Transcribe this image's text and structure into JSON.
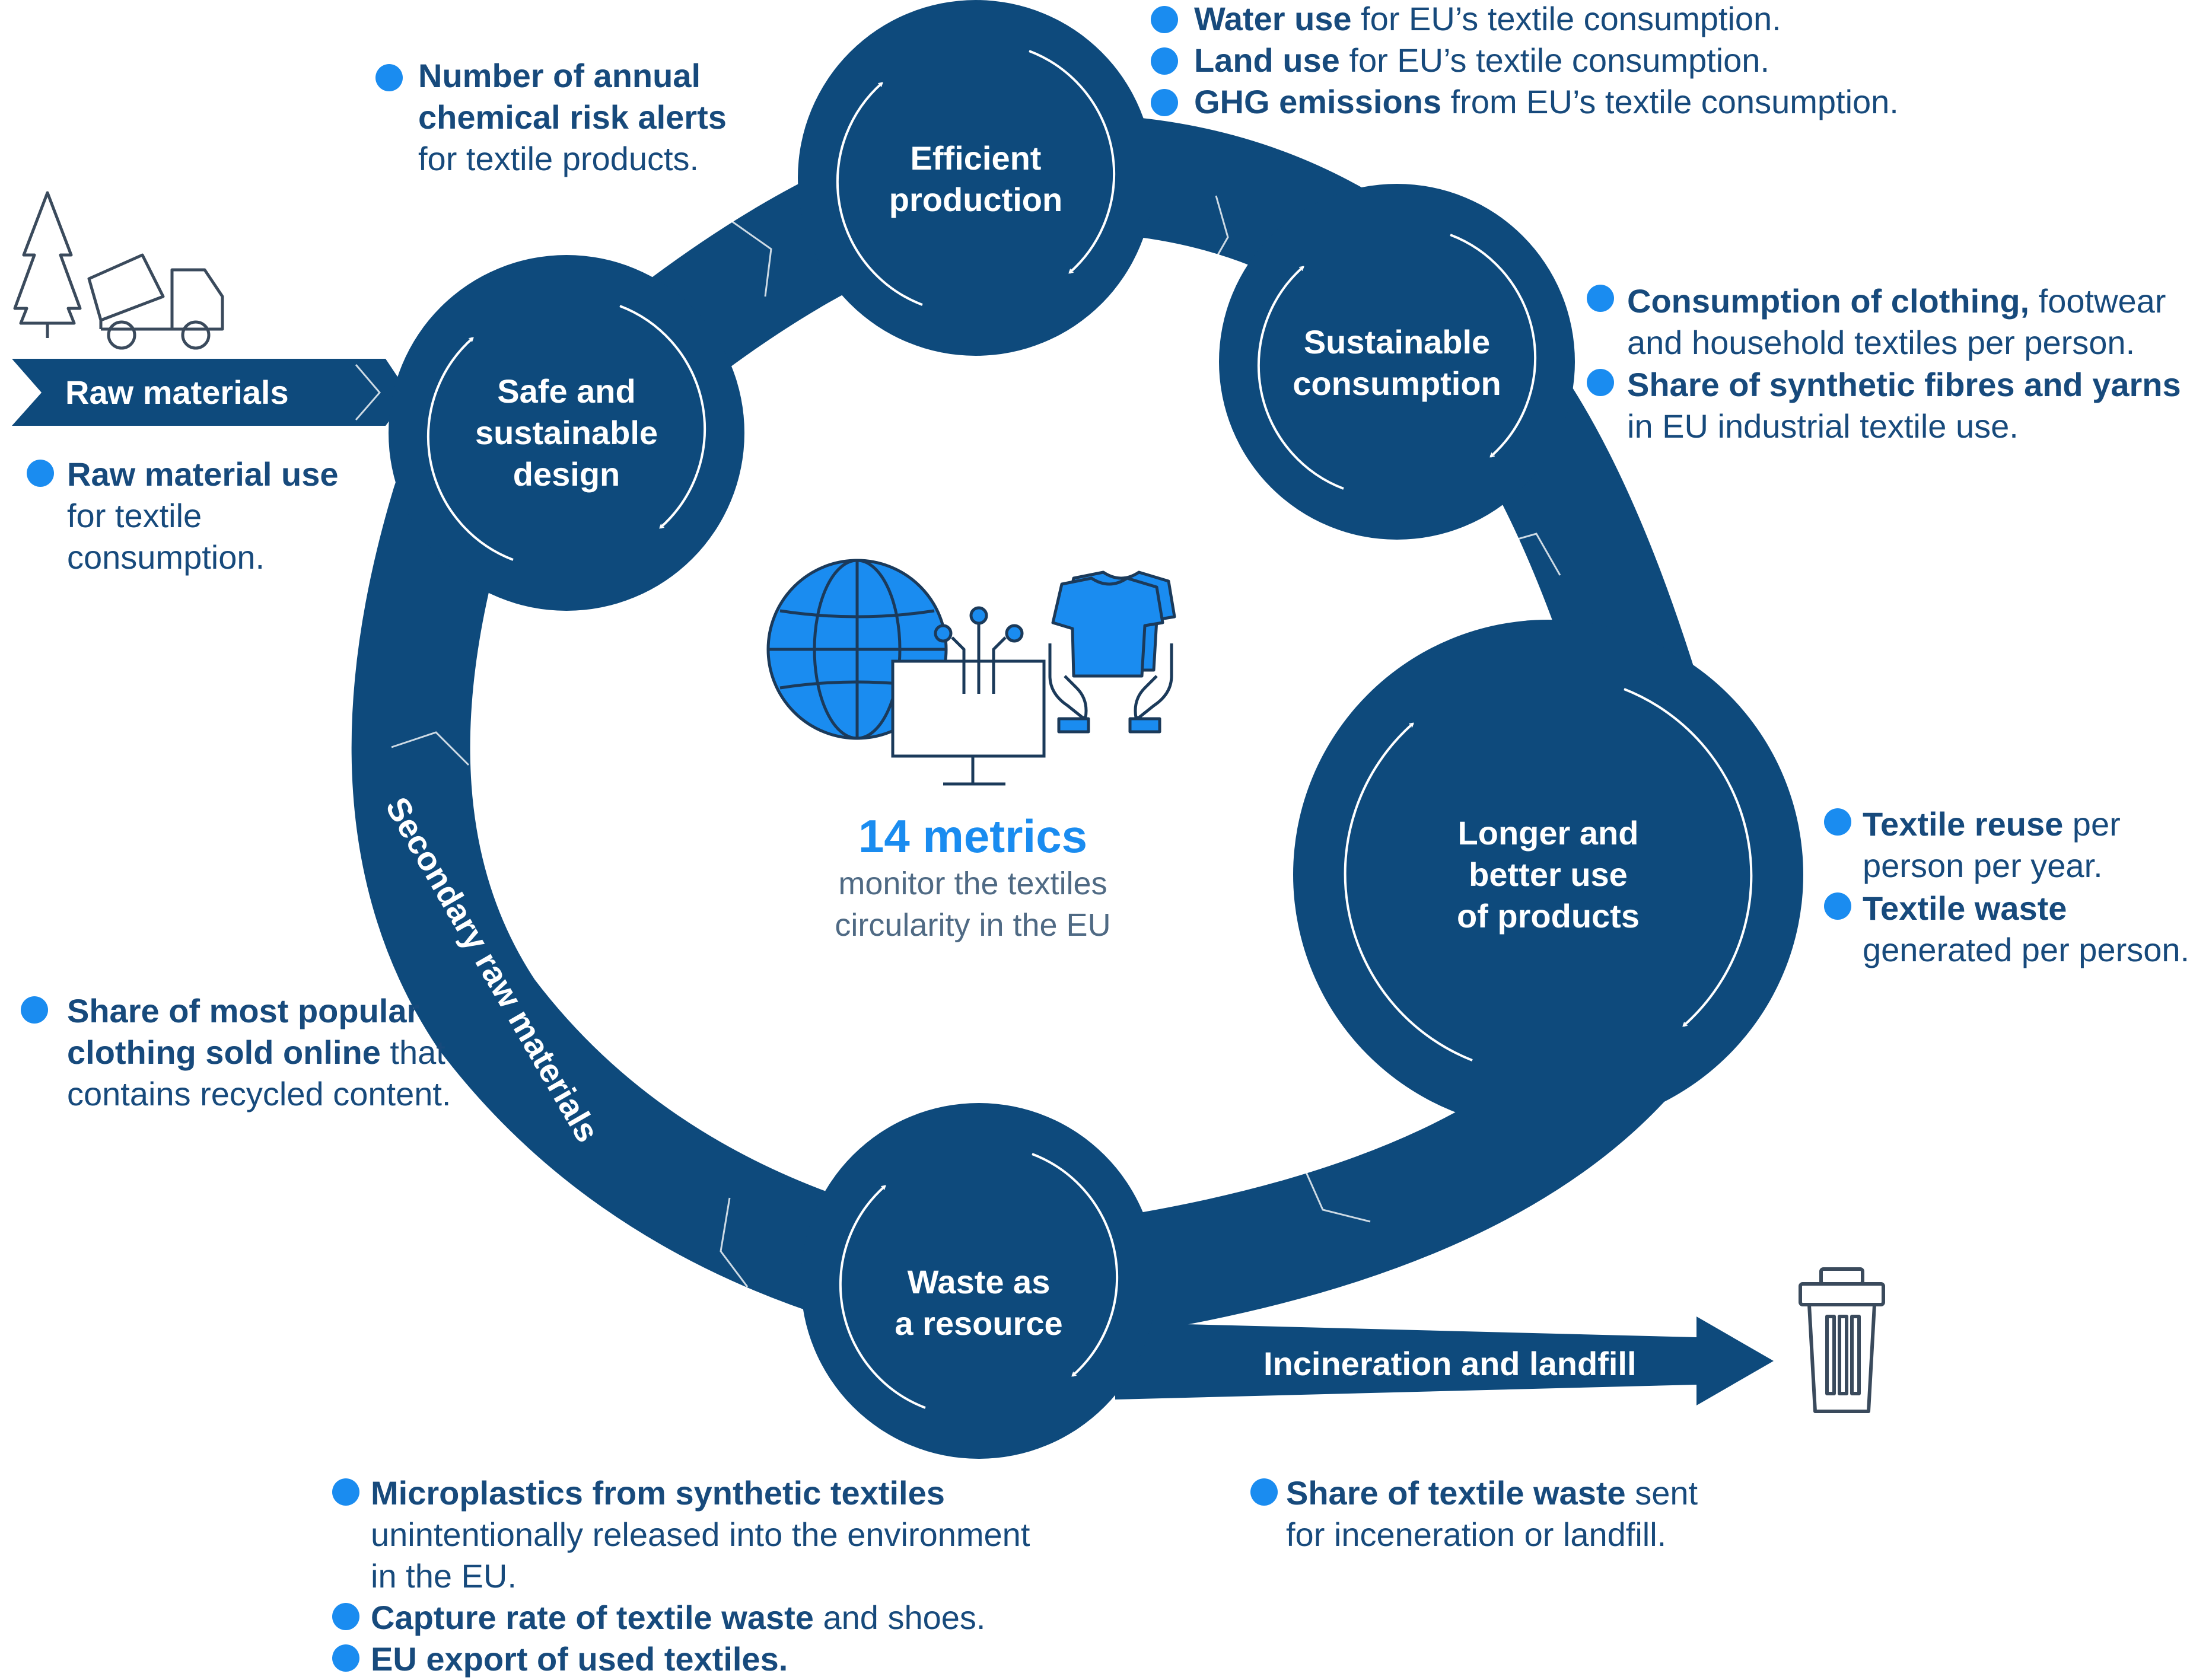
{
  "colors": {
    "navy": "#0e4a7c",
    "blue_accent": "#1a8cf0",
    "text": "#174a7c",
    "muted": "#4f6a84",
    "icon_outline": "#3a4a5c"
  },
  "center": {
    "title": "14 metrics",
    "subtitle_lines": [
      "monitor the textiles",
      "circularity in the EU"
    ]
  },
  "nodes": {
    "design": [
      "Safe and",
      "sustainable",
      "design"
    ],
    "production": [
      "Efficient",
      "production"
    ],
    "consumption": [
      "Sustainable",
      "consumption"
    ],
    "use": [
      "Longer and",
      "better use",
      "of products"
    ],
    "waste": [
      "Waste as",
      "a resource"
    ]
  },
  "bands": {
    "raw_materials": "Raw materials",
    "incineration": "Incineration and landfill",
    "secondary": "Secondary raw materials"
  },
  "metrics": {
    "chemical": [
      {
        "b": "Number of annual",
        "r": ""
      },
      {
        "b": "chemical risk alerts",
        "r": ""
      },
      {
        "b": "",
        "r": "for textile products."
      }
    ],
    "water": [
      {
        "b": "Water use",
        "r": " for EU’s textile consumption."
      }
    ],
    "land": [
      {
        "b": "Land use",
        "r": " for EU’s textile consumption."
      }
    ],
    "ghg": [
      {
        "b": "GHG emissions",
        "r": " from EU’s textile consumption."
      }
    ],
    "consumption_clothing": [
      {
        "b": "Consumption of clothing,",
        "r": " footwear"
      },
      {
        "b": "",
        "r": "and household textiles per person."
      }
    ],
    "synthetic": [
      {
        "b": "Share of synthetic fibres and yarns",
        "r": ""
      },
      {
        "b": "",
        "r": "in EU industrial textile use."
      }
    ],
    "raw_use": [
      {
        "b": "Raw material use",
        "r": ""
      },
      {
        "b": "",
        "r": "for textile"
      },
      {
        "b": "",
        "r": "consumption."
      }
    ],
    "reuse": [
      {
        "b": "Textile reuse",
        "r": " per"
      },
      {
        "b": "",
        "r": "person per year."
      }
    ],
    "waste_gen": [
      {
        "b": "Textile waste",
        "r": ""
      },
      {
        "b": "",
        "r": "generated per person."
      }
    ],
    "recycled": [
      {
        "b": "Share of most popular",
        "r": ""
      },
      {
        "b": "clothing sold online",
        "r": " that"
      },
      {
        "b": "",
        "r": "contains recycled content."
      }
    ],
    "microplastics": [
      {
        "b": "Microplastics from synthetic textiles",
        "r": ""
      },
      {
        "b": "",
        "r": "unintentionally released into the environment"
      },
      {
        "b": "",
        "r": "in the EU."
      }
    ],
    "capture": [
      {
        "b": "Capture rate of textile waste",
        "r": " and shoes."
      }
    ],
    "export": [
      {
        "b": "EU export of used textiles.",
        "r": ""
      }
    ],
    "landfill_share": [
      {
        "b": "Share of textile waste",
        "r": " sent"
      },
      {
        "b": "",
        "r": "for inceneration or landfill."
      }
    ]
  },
  "icons": [
    "tree-icon",
    "dump-truck-icon",
    "globe-icon",
    "monitor-icon",
    "tshirt-icon",
    "hands-icon",
    "trash-bin-icon"
  ]
}
